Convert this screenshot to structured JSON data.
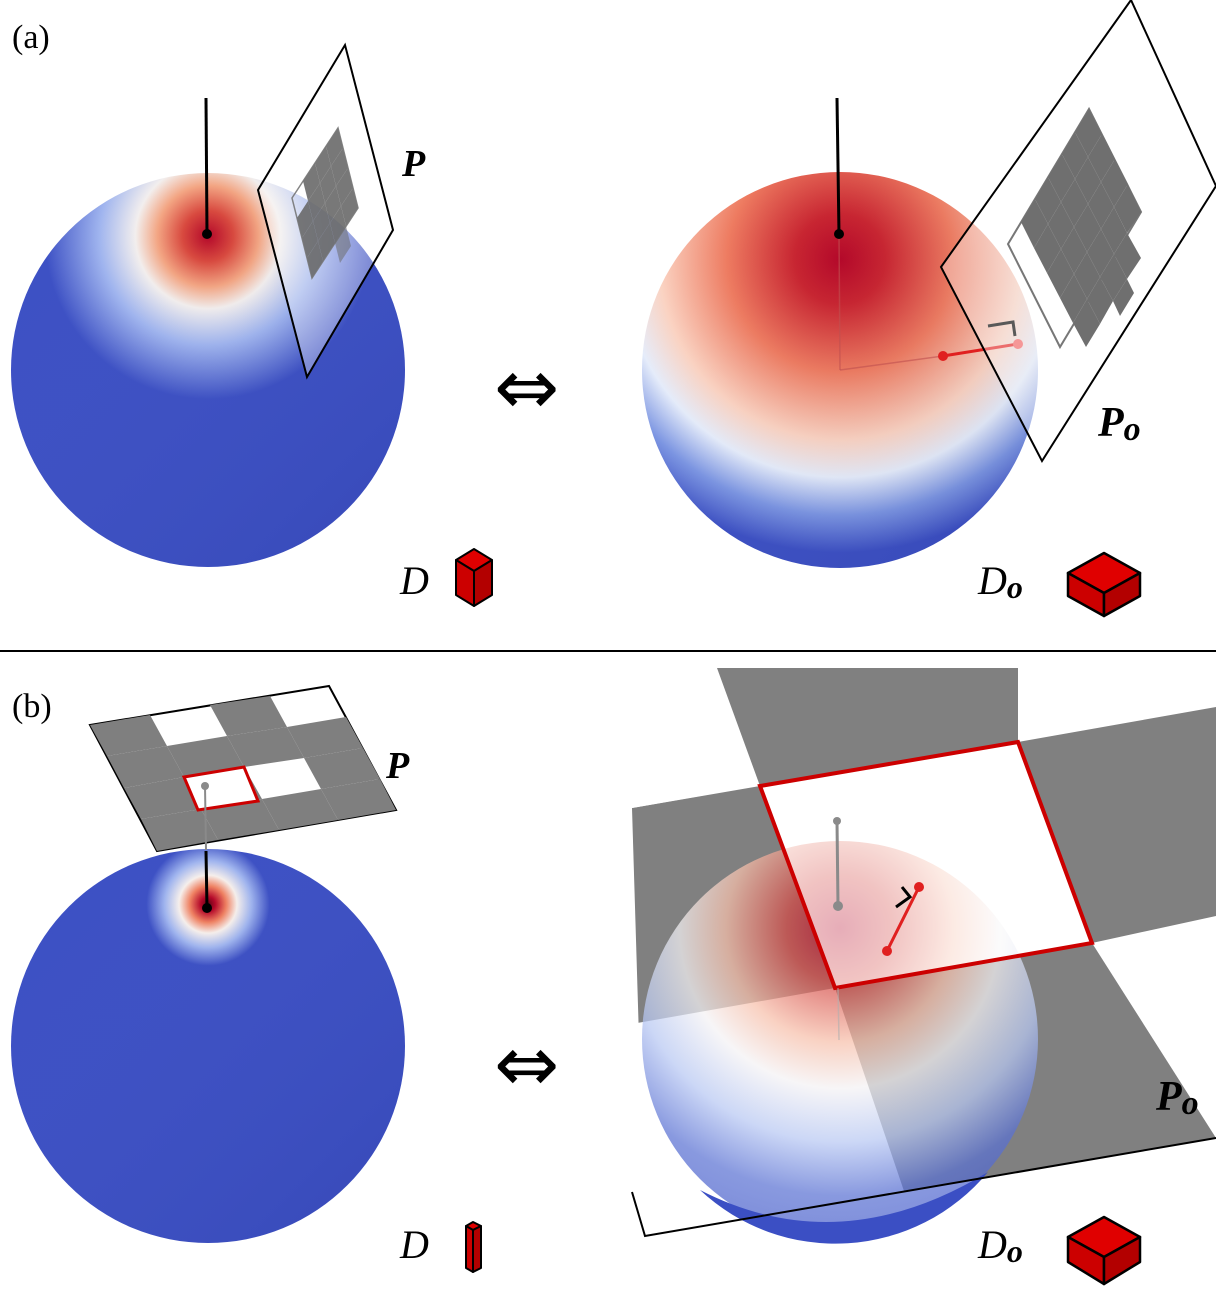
{
  "panels": [
    {
      "label": "(a)",
      "left_plane_label": "P",
      "right_plane_label_main": "P",
      "right_plane_label_sub": "o",
      "left_domain_label": "D",
      "right_domain_label_main": "D",
      "right_domain_label_sub": "o",
      "equivalence_symbol": "⇔"
    },
    {
      "label": "(b)",
      "left_plane_label": "P",
      "right_plane_label_main": "P",
      "right_plane_label_sub": "o",
      "left_domain_label": "D",
      "right_domain_label_main": "D",
      "right_domain_label_sub": "o",
      "equivalence_symbol": "⇔"
    }
  ],
  "colors": {
    "sphere_cold": "#3b4fc4",
    "sphere_hot": "#b40426",
    "highlight_red": "#cc0000",
    "checker_gray": "#808080",
    "line_black": "#000000"
  }
}
